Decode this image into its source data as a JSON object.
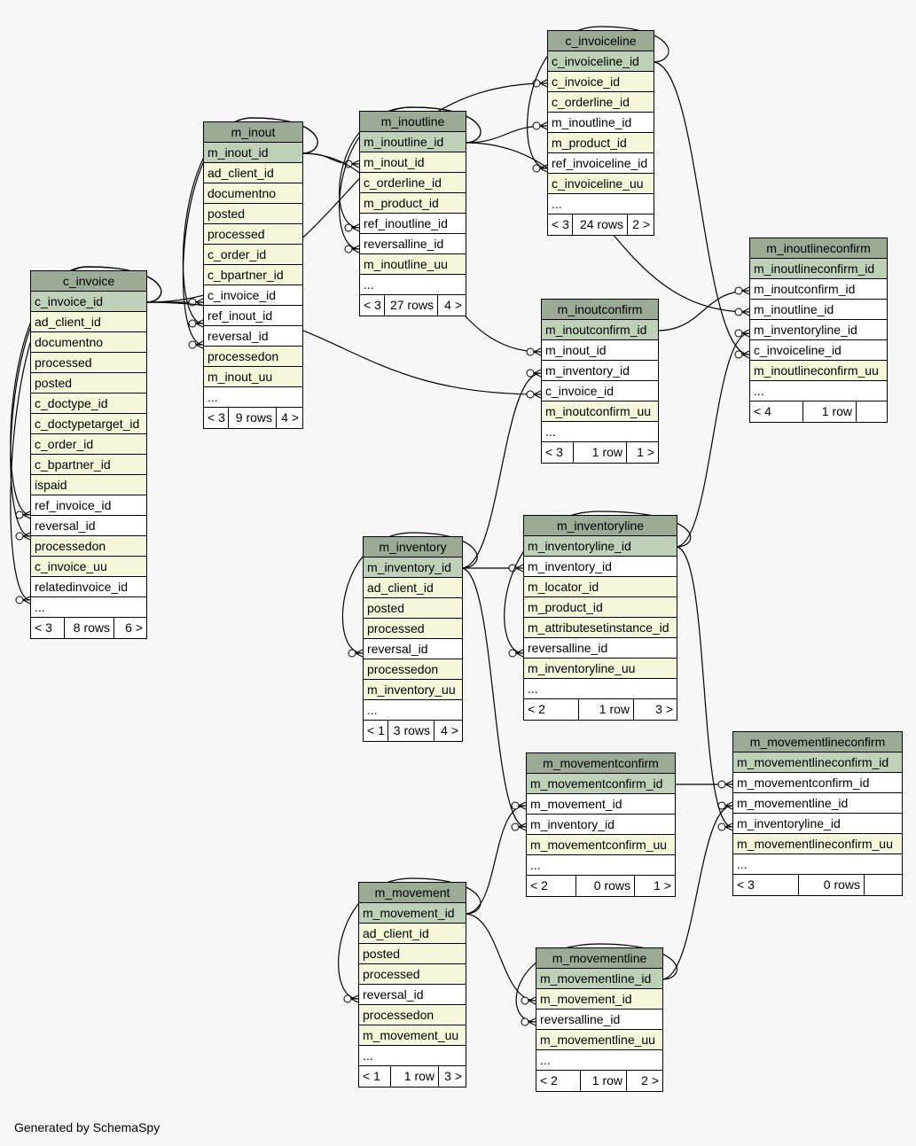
{
  "credit": "Generated by SchemaSpy",
  "tables": [
    {
      "name": "c_invoiceline",
      "columns": [
        {
          "name": "c_invoiceline_id",
          "kind": "pk"
        },
        {
          "name": "c_invoice_id",
          "kind": "idx"
        },
        {
          "name": "c_orderline_id",
          "kind": "idx"
        },
        {
          "name": "m_inoutline_id",
          "kind": "fk"
        },
        {
          "name": "m_product_id",
          "kind": "idx"
        },
        {
          "name": "ref_invoiceline_id",
          "kind": "fk"
        },
        {
          "name": "c_invoiceline_uu",
          "kind": "idx"
        },
        {
          "name": "...",
          "kind": "more"
        }
      ],
      "footer": {
        "parents": "< 3",
        "rows": "24 rows",
        "children": "2 >"
      }
    },
    {
      "name": "m_inoutline",
      "columns": [
        {
          "name": "m_inoutline_id",
          "kind": "pk"
        },
        {
          "name": "m_inout_id",
          "kind": "idx"
        },
        {
          "name": "c_orderline_id",
          "kind": "idx"
        },
        {
          "name": "m_product_id",
          "kind": "idx"
        },
        {
          "name": "ref_inoutline_id",
          "kind": "fk"
        },
        {
          "name": "reversalline_id",
          "kind": "fk"
        },
        {
          "name": "m_inoutline_uu",
          "kind": "idx"
        },
        {
          "name": "...",
          "kind": "more"
        }
      ],
      "footer": {
        "parents": "< 3",
        "rows": "27 rows",
        "children": "4 >"
      }
    },
    {
      "name": "m_inout",
      "columns": [
        {
          "name": "m_inout_id",
          "kind": "pk"
        },
        {
          "name": "ad_client_id",
          "kind": "idx"
        },
        {
          "name": "documentno",
          "kind": "idx"
        },
        {
          "name": "posted",
          "kind": "idx"
        },
        {
          "name": "processed",
          "kind": "idx"
        },
        {
          "name": "c_order_id",
          "kind": "idx"
        },
        {
          "name": "c_bpartner_id",
          "kind": "idx"
        },
        {
          "name": "c_invoice_id",
          "kind": "fk"
        },
        {
          "name": "ref_inout_id",
          "kind": "fk"
        },
        {
          "name": "reversal_id",
          "kind": "fk"
        },
        {
          "name": "processedon",
          "kind": "idx"
        },
        {
          "name": "m_inout_uu",
          "kind": "idx"
        },
        {
          "name": "...",
          "kind": "more"
        }
      ],
      "footer": {
        "parents": "< 3",
        "rows": "9 rows",
        "children": "4 >"
      }
    },
    {
      "name": "c_invoice",
      "columns": [
        {
          "name": "c_invoice_id",
          "kind": "pk"
        },
        {
          "name": "ad_client_id",
          "kind": "idx"
        },
        {
          "name": "documentno",
          "kind": "idx"
        },
        {
          "name": "processed",
          "kind": "idx"
        },
        {
          "name": "posted",
          "kind": "idx"
        },
        {
          "name": "c_doctype_id",
          "kind": "idx"
        },
        {
          "name": "c_doctypetarget_id",
          "kind": "idx"
        },
        {
          "name": "c_order_id",
          "kind": "idx"
        },
        {
          "name": "c_bpartner_id",
          "kind": "idx"
        },
        {
          "name": "ispaid",
          "kind": "idx"
        },
        {
          "name": "ref_invoice_id",
          "kind": "fk"
        },
        {
          "name": "reversal_id",
          "kind": "fk"
        },
        {
          "name": "processedon",
          "kind": "idx"
        },
        {
          "name": "c_invoice_uu",
          "kind": "idx"
        },
        {
          "name": "relatedinvoice_id",
          "kind": "fk"
        },
        {
          "name": "...",
          "kind": "more"
        }
      ],
      "footer": {
        "parents": "< 3",
        "rows": "8 rows",
        "children": "6 >"
      }
    },
    {
      "name": "m_inoutconfirm",
      "columns": [
        {
          "name": "m_inoutconfirm_id",
          "kind": "pk"
        },
        {
          "name": "m_inout_id",
          "kind": "fk"
        },
        {
          "name": "m_inventory_id",
          "kind": "fk"
        },
        {
          "name": "c_invoice_id",
          "kind": "fk"
        },
        {
          "name": "m_inoutconfirm_uu",
          "kind": "idx"
        },
        {
          "name": "...",
          "kind": "more"
        }
      ],
      "footer": {
        "parents": "< 3",
        "rows": "1 row",
        "children": "1 >"
      }
    },
    {
      "name": "m_inoutlineconfirm",
      "columns": [
        {
          "name": "m_inoutlineconfirm_id",
          "kind": "pk"
        },
        {
          "name": "m_inoutconfirm_id",
          "kind": "fk"
        },
        {
          "name": "m_inoutline_id",
          "kind": "fk"
        },
        {
          "name": "m_inventoryline_id",
          "kind": "fk"
        },
        {
          "name": "c_invoiceline_id",
          "kind": "fk"
        },
        {
          "name": "m_inoutlineconfirm_uu",
          "kind": "idx"
        },
        {
          "name": "...",
          "kind": "more"
        }
      ],
      "footer": {
        "parents": "< 4",
        "rows": "1 row",
        "children": ""
      }
    },
    {
      "name": "m_inventory",
      "columns": [
        {
          "name": "m_inventory_id",
          "kind": "pk"
        },
        {
          "name": "ad_client_id",
          "kind": "idx"
        },
        {
          "name": "posted",
          "kind": "idx"
        },
        {
          "name": "processed",
          "kind": "idx"
        },
        {
          "name": "reversal_id",
          "kind": "fk"
        },
        {
          "name": "processedon",
          "kind": "idx"
        },
        {
          "name": "m_inventory_uu",
          "kind": "idx"
        },
        {
          "name": "...",
          "kind": "more"
        }
      ],
      "footer": {
        "parents": "< 1",
        "rows": "3 rows",
        "children": "4 >"
      }
    },
    {
      "name": "m_inventoryline",
      "columns": [
        {
          "name": "m_inventoryline_id",
          "kind": "pk"
        },
        {
          "name": "m_inventory_id",
          "kind": "fk"
        },
        {
          "name": "m_locator_id",
          "kind": "idx"
        },
        {
          "name": "m_product_id",
          "kind": "idx"
        },
        {
          "name": "m_attributesetinstance_id",
          "kind": "idx"
        },
        {
          "name": "reversalline_id",
          "kind": "fk"
        },
        {
          "name": "m_inventoryline_uu",
          "kind": "idx"
        },
        {
          "name": "...",
          "kind": "more"
        }
      ],
      "footer": {
        "parents": "< 2",
        "rows": "1 row",
        "children": "3 >"
      }
    },
    {
      "name": "m_movementconfirm",
      "columns": [
        {
          "name": "m_movementconfirm_id",
          "kind": "pk"
        },
        {
          "name": "m_movement_id",
          "kind": "fk"
        },
        {
          "name": "m_inventory_id",
          "kind": "fk"
        },
        {
          "name": "m_movementconfirm_uu",
          "kind": "idx"
        },
        {
          "name": "...",
          "kind": "more"
        }
      ],
      "footer": {
        "parents": "< 2",
        "rows": "0 rows",
        "children": "1 >"
      }
    },
    {
      "name": "m_movementlineconfirm",
      "columns": [
        {
          "name": "m_movementlineconfirm_id",
          "kind": "pk"
        },
        {
          "name": "m_movementconfirm_id",
          "kind": "fk"
        },
        {
          "name": "m_movementline_id",
          "kind": "fk"
        },
        {
          "name": "m_inventoryline_id",
          "kind": "fk"
        },
        {
          "name": "m_movementlineconfirm_uu",
          "kind": "idx"
        },
        {
          "name": "...",
          "kind": "more"
        }
      ],
      "footer": {
        "parents": "< 3",
        "rows": "0 rows",
        "children": ""
      }
    },
    {
      "name": "m_movement",
      "columns": [
        {
          "name": "m_movement_id",
          "kind": "pk"
        },
        {
          "name": "ad_client_id",
          "kind": "idx"
        },
        {
          "name": "posted",
          "kind": "idx"
        },
        {
          "name": "processed",
          "kind": "idx"
        },
        {
          "name": "reversal_id",
          "kind": "fk"
        },
        {
          "name": "processedon",
          "kind": "idx"
        },
        {
          "name": "m_movement_uu",
          "kind": "idx"
        },
        {
          "name": "...",
          "kind": "more"
        }
      ],
      "footer": {
        "parents": "< 1",
        "rows": "1 row",
        "children": "3 >"
      }
    },
    {
      "name": "m_movementline",
      "columns": [
        {
          "name": "m_movementline_id",
          "kind": "pk"
        },
        {
          "name": "m_movement_id",
          "kind": "idx"
        },
        {
          "name": "reversalline_id",
          "kind": "fk"
        },
        {
          "name": "m_movementline_uu",
          "kind": "idx"
        },
        {
          "name": "...",
          "kind": "more"
        }
      ],
      "footer": {
        "parents": "< 2",
        "rows": "1 row",
        "children": "2 >"
      }
    }
  ],
  "relations": [
    {
      "from": "c_invoiceline.c_invoice_id",
      "to": "c_invoice.c_invoice_id"
    },
    {
      "from": "c_invoiceline.m_inoutline_id",
      "to": "m_inoutline.m_inoutline_id"
    },
    {
      "from": "c_invoiceline.ref_invoiceline_id",
      "to": "c_invoiceline.c_invoiceline_id"
    },
    {
      "from": "m_inoutline.m_inout_id",
      "to": "m_inout.m_inout_id"
    },
    {
      "from": "m_inoutline.ref_inoutline_id",
      "to": "m_inoutline.m_inoutline_id"
    },
    {
      "from": "m_inoutline.reversalline_id",
      "to": "m_inoutline.m_inoutline_id"
    },
    {
      "from": "m_inout.c_invoice_id",
      "to": "c_invoice.c_invoice_id"
    },
    {
      "from": "m_inout.ref_inout_id",
      "to": "m_inout.m_inout_id"
    },
    {
      "from": "m_inout.reversal_id",
      "to": "m_inout.m_inout_id"
    },
    {
      "from": "c_invoice.ref_invoice_id",
      "to": "c_invoice.c_invoice_id"
    },
    {
      "from": "c_invoice.reversal_id",
      "to": "c_invoice.c_invoice_id"
    },
    {
      "from": "c_invoice.relatedinvoice_id",
      "to": "c_invoice.c_invoice_id"
    },
    {
      "from": "m_inoutconfirm.m_inout_id",
      "to": "m_inout.m_inout_id"
    },
    {
      "from": "m_inoutconfirm.m_inventory_id",
      "to": "m_inventory.m_inventory_id"
    },
    {
      "from": "m_inoutconfirm.c_invoice_id",
      "to": "c_invoice.c_invoice_id"
    },
    {
      "from": "m_inoutlineconfirm.m_inoutconfirm_id",
      "to": "m_inoutconfirm.m_inoutconfirm_id"
    },
    {
      "from": "m_inoutlineconfirm.m_inoutline_id",
      "to": "m_inoutline.m_inoutline_id"
    },
    {
      "from": "m_inoutlineconfirm.m_inventoryline_id",
      "to": "m_inventoryline.m_inventoryline_id"
    },
    {
      "from": "m_inoutlineconfirm.c_invoiceline_id",
      "to": "c_invoiceline.c_invoiceline_id"
    },
    {
      "from": "m_inventory.reversal_id",
      "to": "m_inventory.m_inventory_id"
    },
    {
      "from": "m_inventoryline.m_inventory_id",
      "to": "m_inventory.m_inventory_id"
    },
    {
      "from": "m_inventoryline.reversalline_id",
      "to": "m_inventoryline.m_inventoryline_id"
    },
    {
      "from": "m_movementconfirm.m_movement_id",
      "to": "m_movement.m_movement_id"
    },
    {
      "from": "m_movementconfirm.m_inventory_id",
      "to": "m_inventory.m_inventory_id"
    },
    {
      "from": "m_movementlineconfirm.m_movementconfirm_id",
      "to": "m_movementconfirm.m_movementconfirm_id"
    },
    {
      "from": "m_movementlineconfirm.m_movementline_id",
      "to": "m_movementline.m_movementline_id"
    },
    {
      "from": "m_movementlineconfirm.m_inventoryline_id",
      "to": "m_inventoryline.m_inventoryline_id"
    },
    {
      "from": "m_movement.reversal_id",
      "to": "m_movement.m_movement_id"
    },
    {
      "from": "m_movementline.m_movement_id",
      "to": "m_movement.m_movement_id"
    },
    {
      "from": "m_movementline.reversalline_id",
      "to": "m_movementline.m_movementline_id"
    }
  ],
  "colors": {
    "title": "#9bab96",
    "pk": "#bed1b8",
    "indexed": "#f4f7da",
    "plain": "#ffffff",
    "background": "#f7f7f7"
  }
}
